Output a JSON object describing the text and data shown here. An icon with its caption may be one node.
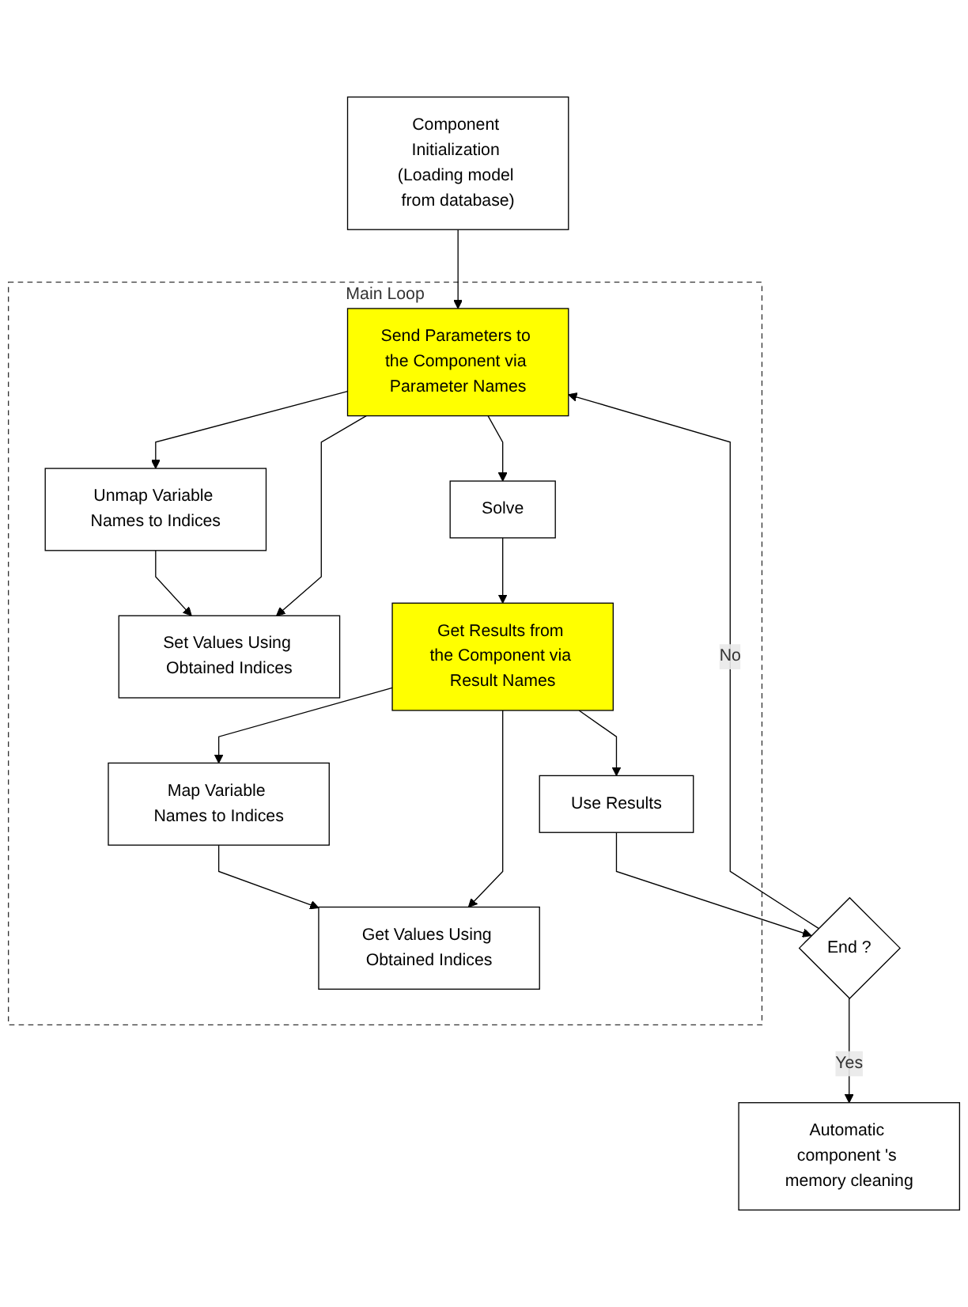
{
  "diagram": {
    "nodes": [
      {
        "text": [
          "Component Initialization (Loading model from database)"
        ]
      },
      {
        "text": [
          "Main Loop"
        ]
      },
      {
        "text": [
          "Send Parameters to the Component via Parameter Names"
        ],
        "in": 1
      },
      {
        "text": [
          "Unmap Variable Names to Indices"
        ],
        "in": 1
      },
      {
        "text": [
          "Set Values Using Obtained Indices"
        ],
        "in": 1
      },
      {
        "text": [
          "Solve"
        ],
        "in": 1
      },
      {
        "text": [
          "Get Results from the Component via Result Names"
        ],
        "in": 1
      },
      {
        "text": [
          "Map Variable Names to Indices"
        ],
        "in": 1
      },
      {
        "text": [
          "Get Values Using Obtained Indices"
        ],
        "in": 1
      },
      {
        "text": [
          "Use Results"
        ],
        "in": 1
      },
      {
        "text": [
          "End ?"
        ]
      },
      {
        "text": [
          "Automatic component 's memory cleaning"
        ]
      }
    ],
    "edges": [
      {
        "from": 0,
        "to": 2,
        "arrow": "to"
      },
      {
        "from": 2,
        "to": 3,
        "arrow": "to"
      },
      {
        "from": 3,
        "to": 4,
        "arrow": "to"
      },
      {
        "from": 2,
        "to": 4,
        "arrow": "to"
      },
      {
        "from": 2,
        "to": 5,
        "arrow": "to"
      },
      {
        "from": 5,
        "to": 6,
        "arrow": "to"
      },
      {
        "from": 6,
        "to": 7,
        "arrow": "to"
      },
      {
        "from": 7,
        "to": 8,
        "arrow": "to"
      },
      {
        "from": 6,
        "to": 8,
        "arrow": "to"
      },
      {
        "from": 6,
        "to": 9,
        "arrow": "to"
      },
      {
        "from": 9,
        "to": 10,
        "arrow": "to"
      },
      {
        "from": 10,
        "to": 11,
        "label": "Yes",
        "arrow": "to"
      },
      {
        "from": 10,
        "to": 2,
        "label": "No",
        "arrow": "to"
      }
    ]
  }
}
